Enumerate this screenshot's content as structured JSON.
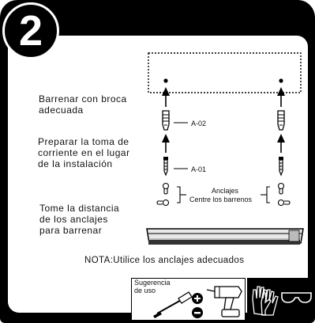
{
  "step": {
    "number": "2"
  },
  "instructions": {
    "drill": "Barrenar con broca\nadecuada",
    "outlet": "Preparar la toma de\ncorriente en el lugar\nde la instalación",
    "measure": "Tome la distancia\nde los anclajes\npara barrenar"
  },
  "labels": {
    "part_a02": "A-02",
    "part_a01": "A-01",
    "anchors": "Anclajes",
    "between_holes": "Centre los barrenos"
  },
  "note": "NOTA:Utilice los anclajes adecuados",
  "tools": {
    "suggestion": "Sugerencia\nde uso",
    "icons": [
      "screwdriver-icon",
      "plus-icon",
      "minus-icon",
      "drill-icon"
    ]
  },
  "ppe": {
    "icons": [
      "gloves-icon",
      "goggles-icon"
    ]
  },
  "colors": {
    "frame": "#000000",
    "panel": "#ffffff"
  }
}
